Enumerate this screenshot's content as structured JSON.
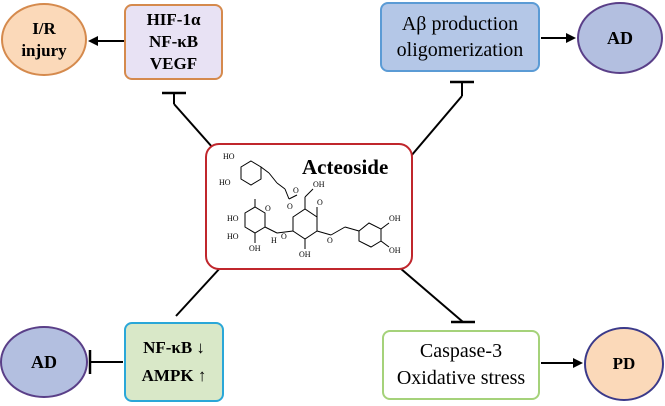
{
  "hif_box": {
    "lines": [
      "HIF-1α",
      "NF-κB",
      "VEGF"
    ],
    "border": "#d58a4d",
    "fill": "#e8e2f4"
  },
  "ir_ellipse": {
    "line1": "I/R",
    "line2": "injury",
    "fill": "#fbd9b9",
    "border": "#d58a4d"
  },
  "abeta_box": {
    "line1": "Aβ production",
    "line2": "oligomerization",
    "border": "#5b9bd5",
    "fill": "#b4c7e7"
  },
  "ad_top": {
    "label": "AD",
    "fill": "#b3bfe0",
    "border": "#5a3f88"
  },
  "center": {
    "title": "Acteoside",
    "border": "#c0262c"
  },
  "nfkb_box": {
    "line1": "NF-κB",
    "line2": "AMPK",
    "down_arrow": "↓",
    "up_arrow": "↑",
    "border": "#2aa7d8",
    "fill": "#d9e8c8"
  },
  "ad_bottom": {
    "label": "AD",
    "fill": "#b3bfe0",
    "border": "#5a3f88"
  },
  "caspase_box": {
    "line1": "Caspase-3",
    "line2": "Oxidative stress",
    "border": "#a5d27a"
  },
  "pd_ellipse": {
    "label": "PD",
    "fill": "#fbd9b9",
    "border": "#3b3a8a"
  },
  "molecule": {
    "atoms": [
      "HO",
      "HO",
      "O",
      "O",
      "OH",
      "O",
      "HO",
      "HO",
      "OH",
      "O",
      "O",
      "O",
      "OH",
      "OH",
      "OH",
      "H"
    ]
  }
}
